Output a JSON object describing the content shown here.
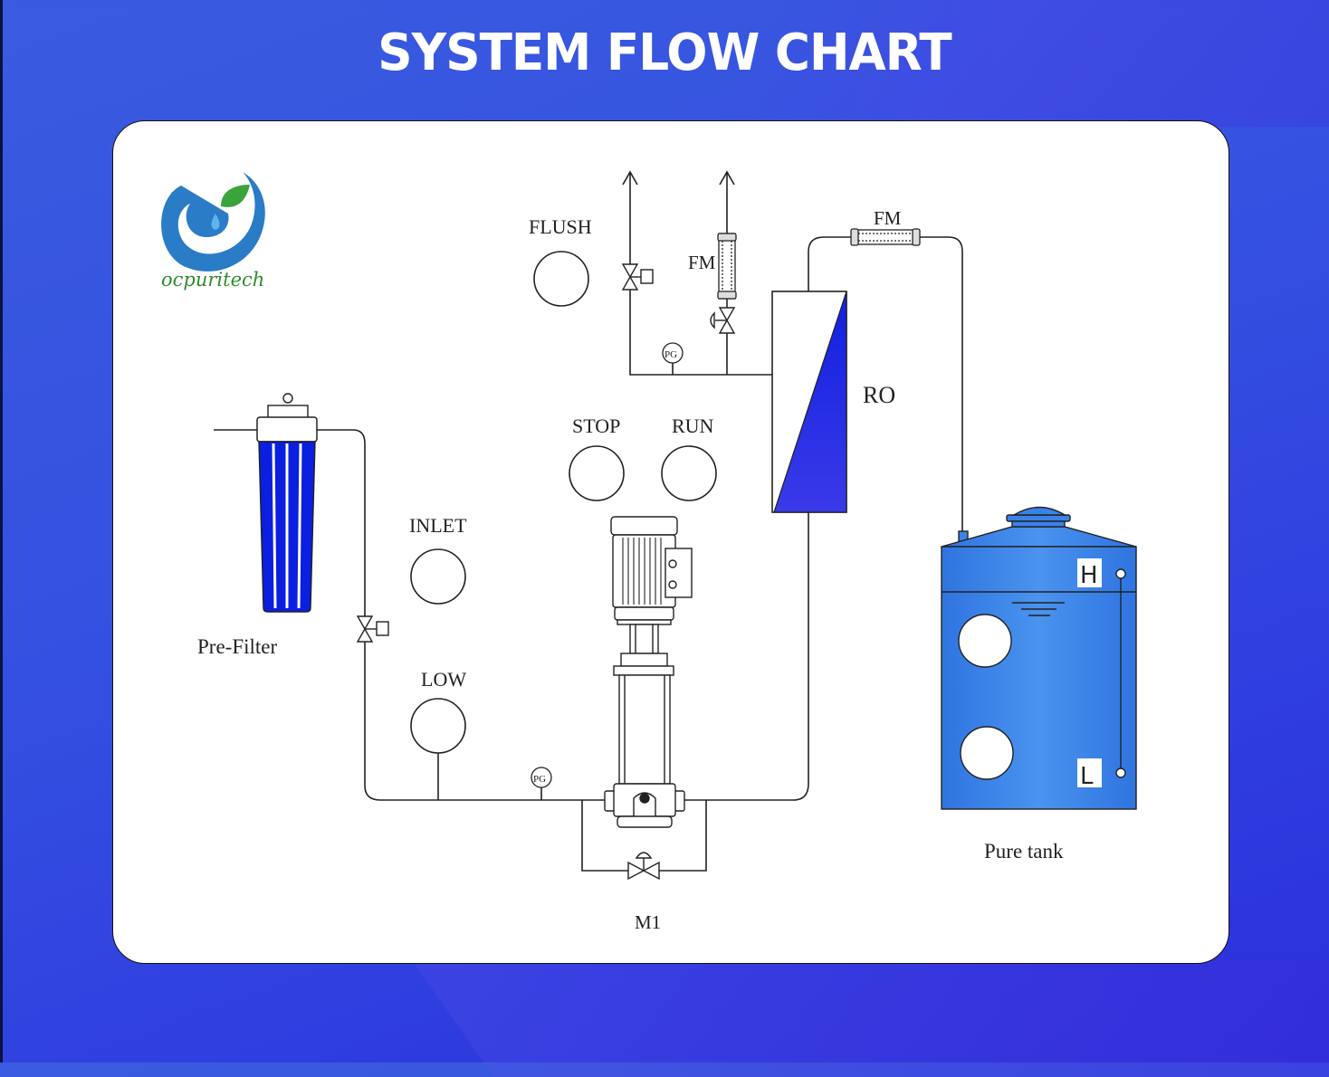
{
  "title": "SYSTEM FLOW CHART",
  "brand": {
    "name": "ocpuritech",
    "icon": "water-drop-leaf-logo",
    "colors": {
      "wave": "#2a7cc6",
      "leaf": "#3aa33a",
      "text": "#2e8b2e"
    }
  },
  "colors": {
    "background": "#3450e0",
    "card": "#ffffff",
    "line": "#222222",
    "filter_blue": "#0a1fe0",
    "ro_blue": "#2330e8",
    "tank_blue": "#3b82e8"
  },
  "components": {
    "prefilter": {
      "label": "Pre-Filter",
      "icon": "cartridge-filter-icon"
    },
    "ro": {
      "label": "RO",
      "icon": "ro-membrane-icon"
    },
    "pump": {
      "label": "M1",
      "icon": "vertical-pump-icon"
    },
    "tank": {
      "label": "Pure tank",
      "icon": "storage-tank-icon",
      "level_high": "H",
      "level_low": "L"
    },
    "flowmeter_concentrate": {
      "label": "FM"
    },
    "flowmeter_product": {
      "label": "FM"
    },
    "gauge_feed": {
      "label": "PG"
    },
    "gauge_reject": {
      "label": "PG"
    }
  },
  "indicators": [
    {
      "id": "flush",
      "label": "FLUSH"
    },
    {
      "id": "stop",
      "label": "STOP"
    },
    {
      "id": "run",
      "label": "RUN"
    },
    {
      "id": "inlet",
      "label": "INLET"
    },
    {
      "id": "low",
      "label": "LOW"
    }
  ]
}
